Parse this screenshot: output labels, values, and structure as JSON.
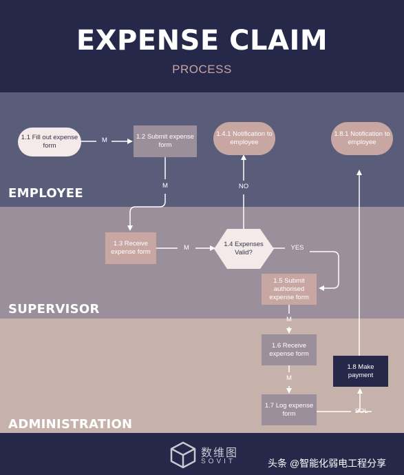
{
  "header": {
    "title": "EXPENSE CLAIM",
    "subtitle": "PROCESS"
  },
  "lanes": {
    "employee": "EMPLOYEE",
    "supervisor": "SUPERVISOR",
    "administration": "ADMINISTRATION"
  },
  "nodes": {
    "n1_1": "1.1 Fill out expense form",
    "n1_2": "1.2 Submit expense form",
    "n1_3": "1.3 Receive expense form",
    "n1_4": "1.4 Expenses Valid?",
    "n1_4_1": "1.4.1 Notification to employee",
    "n1_5": "1.5 Submit authorised expense form",
    "n1_6": "1.6 Receive expense form",
    "n1_7": "1.7 Log expense form",
    "n1_8": "1.8 Make payment",
    "n1_8_1": "1.8.1 Notification to employee"
  },
  "edges": {
    "m1": "M",
    "m2": "M",
    "m3": "M",
    "m4": "M",
    "m5": "M",
    "no": "NO",
    "yes": "YES",
    "sol": "SOL"
  },
  "footer": {
    "logo_cn": "数维图",
    "logo_en": "SOVIT",
    "watermark": "头条 @智能化弱电工程分享"
  },
  "colors": {
    "navy": "#252848",
    "employee_lane": "#5a5d7a",
    "supervisor_lane": "#9a8f9b",
    "admin_lane": "#c7b1ab",
    "tan": "#c8a7a3"
  }
}
